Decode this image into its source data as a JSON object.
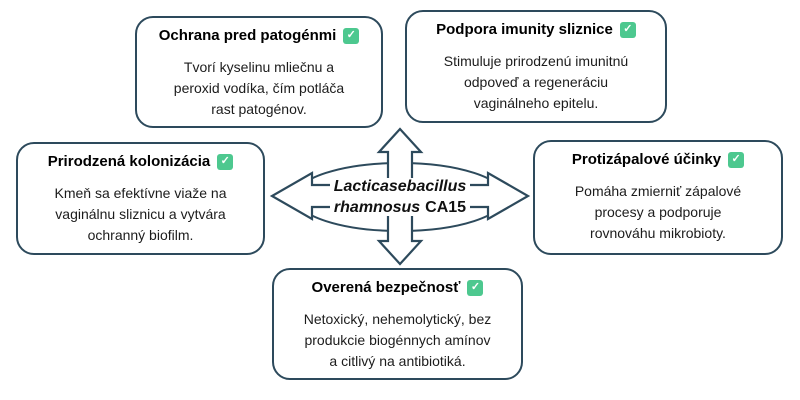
{
  "diagram": {
    "center": {
      "line1": "Lacticasebacillus",
      "line2_italic": "rhamnosus",
      "line2_regular": "CA15"
    },
    "boxes": [
      {
        "id": "pathogen-protection",
        "title": "Ochrana pred patogénmi",
        "body": "Tvorí kyselinu mliečnu a\nperoxid vodíka, čím potláča\nrast patogénov."
      },
      {
        "id": "mucosal-immunity",
        "title": "Podpora imunity sliznice",
        "body": "Stimuluje prirodzenú imunitnú\nodpoveď a regeneráciu\nvaginálneho epitelu."
      },
      {
        "id": "natural-colonization",
        "title": "Prirodzená kolonizácia",
        "body": "Kmeň sa efektívne viaže na\nvaginálnu sliznicu a vytvára\nochranný biofilm."
      },
      {
        "id": "anti-inflammatory",
        "title": "Protizápalové účinky",
        "body": "Pomáha zmierniť zápalové\nprocesy a podporuje\nrovnováhu mikrobioty."
      },
      {
        "id": "proven-safety",
        "title": "Overená bezpečnosť",
        "body": "Netoxický, nehemolytický, bez\nprodukcie biogénnych amínov\na citlivý na antibiotiká."
      }
    ],
    "check_icon": {
      "name": "check-icon",
      "glyph": "✓",
      "color": "#4dc88f"
    },
    "colors": {
      "outline": "#2d4a5c",
      "text": "#1c1c1c",
      "background": "#ffffff"
    }
  }
}
